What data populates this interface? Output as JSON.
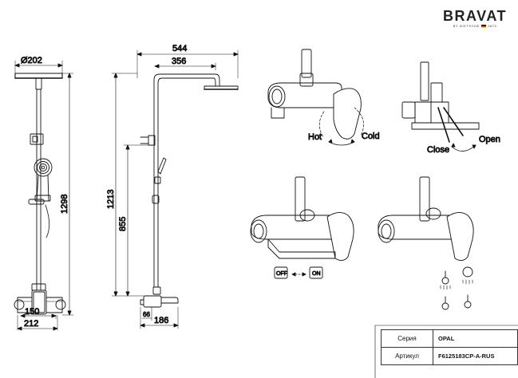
{
  "brand": {
    "name": "BRAVAT",
    "tagline_left": "BY DIETSCHE",
    "tagline_right": "1873"
  },
  "dimensions": {
    "d202": "Ø202",
    "h1298": "1298",
    "w150": "150",
    "w212": "212",
    "w544": "544",
    "w356": "356",
    "h1213": "1213",
    "h855": "855",
    "d66": "66",
    "w186": "186"
  },
  "labels": {
    "hot": "Hot",
    "cold": "Cold",
    "close": "Close",
    "open": "Open",
    "off": "OFF",
    "on": "ON"
  },
  "spec_table": {
    "series_label": "Серия",
    "series_value": "OPAL",
    "article_label": "Артикул",
    "article_value": "F6125183CP-A-RUS"
  }
}
